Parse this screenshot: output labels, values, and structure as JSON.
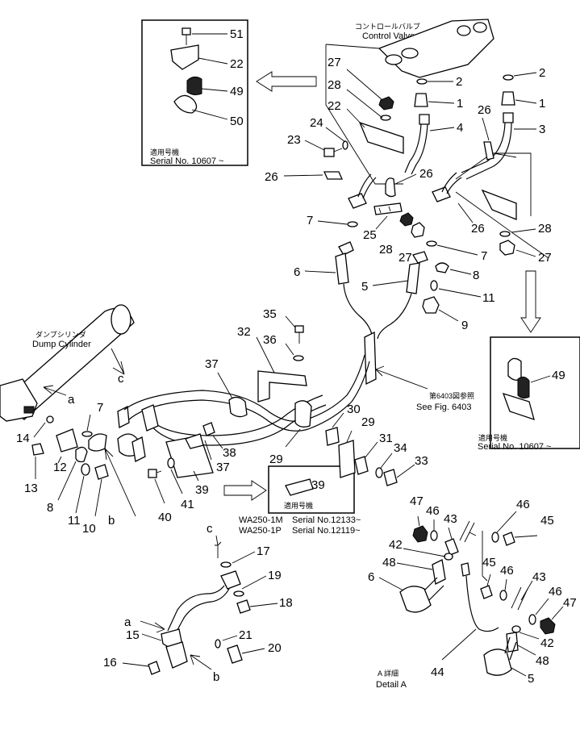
{
  "labels": {
    "control_valve_jp": "コントロールバルブ",
    "control_valve": "Control Valve",
    "dump_cylinder_jp": "ダンプシリンダ",
    "dump_cylinder": "Dump Cylinder",
    "see_fig_jp": "第6403図参照",
    "see_fig": "See Fig. 6403",
    "applicable_jp": "適用号機",
    "serial_a": "Serial No. 10607 ~",
    "serial_b": "Serial No. 10607 ~",
    "model_m": "WA250-1M",
    "model_p": "WA250-1P",
    "serial_m": "Serial No.12133~",
    "serial_p": "Serial No.12119~",
    "detail_jp": "A 詳細",
    "detail": "Detail A",
    "letter_a": "a",
    "letter_b": "b",
    "letter_c": "c"
  },
  "callouts": {
    "n1": "1",
    "n2": "2",
    "n3": "3",
    "n4": "4",
    "n5": "5",
    "n6": "6",
    "n7": "7",
    "n8": "8",
    "n9": "9",
    "n10": "10",
    "n11": "11",
    "n12": "12",
    "n13": "13",
    "n14": "14",
    "n15": "15",
    "n16": "16",
    "n17": "17",
    "n18": "18",
    "n19": "19",
    "n20": "20",
    "n21": "21",
    "n22": "22",
    "n23": "23",
    "n24": "24",
    "n25": "25",
    "n26": "26",
    "n27": "27",
    "n28": "28",
    "n29": "29",
    "n30": "30",
    "n31": "31",
    "n32": "32",
    "n33": "33",
    "n34": "34",
    "n35": "35",
    "n36": "36",
    "n37": "37",
    "n38": "38",
    "n39": "39",
    "n40": "40",
    "n41": "41",
    "n42": "42",
    "n43": "43",
    "n44": "44",
    "n45": "45",
    "n46": "46",
    "n47": "47",
    "n48": "48",
    "n49": "49",
    "n50": "50",
    "n51": "51"
  }
}
